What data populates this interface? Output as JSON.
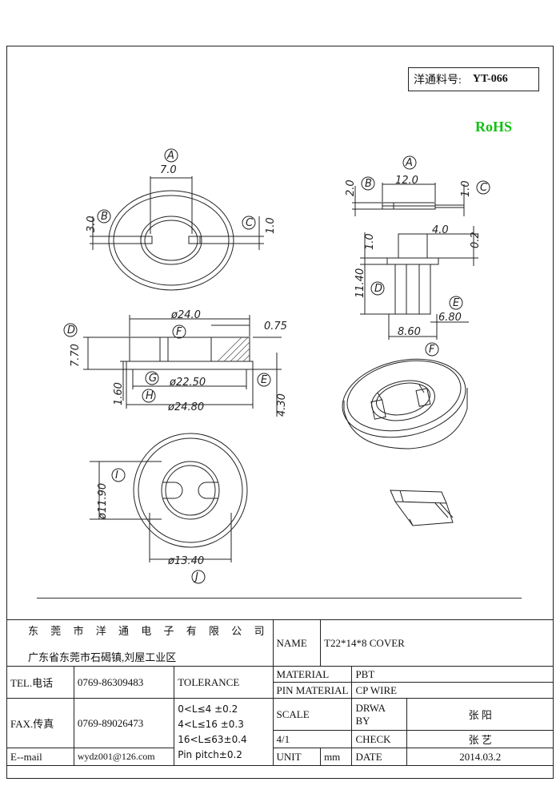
{
  "part_number": {
    "label": "洋通料号:",
    "value": "YT-066"
  },
  "rohs": "RoHS",
  "dims": {
    "top_a": "A",
    "top_7": "7.0",
    "top_b": "B",
    "top_3": "3.0",
    "top_c": "C",
    "top_1": "1.0",
    "side_a": "A",
    "side_2": "2.0",
    "side_b": "B",
    "side_12": "12.0",
    "side_1c": "1.0",
    "side_c": "C",
    "pin_1": "1.0",
    "pin_4": "4.0",
    "pin_02": "0.2",
    "pin_1140": "11.40",
    "pin_d": "D",
    "pin_e": "E",
    "pin_860": "8.60",
    "pin_680": "6.80",
    "pin_f": "F",
    "sec_240": "ø24.0",
    "sec_f": "F",
    "sec_075": "0.75",
    "sec_d": "D",
    "sec_770": "7.70",
    "sec_g": "G",
    "sec_2250": "ø22.50",
    "sec_160": "1.60",
    "sec_e": "E",
    "sec_h": "H",
    "sec_2480": "ø24.80",
    "sec_430": "4.30",
    "bot_i": "I",
    "bot_1190": "ø11.90",
    "bot_1340": "ø13.40",
    "bot_j": "J"
  },
  "title_block": {
    "company": "东 莞 市 洋 通 电 子 有 限 公 司",
    "address": "广东省东莞市石碣镇,刘屋工业区",
    "name_label": "NAME",
    "name_value": "T22*14*8 COVER",
    "tel_label": "TEL.电话",
    "tel_value": "0769-86309483",
    "fax_label": "FAX.传真",
    "fax_value": "0769-89026473",
    "email_label": "E--mail",
    "email_value": "wydz001@126.com",
    "tolerance_label": "TOLERANCE",
    "tol_1": "0<L≤4 ±0.2",
    "tol_2": "4<L≤16 ±0.3",
    "tol_3": "16<L≤63±0.4",
    "tol_4": "Pin pitch±0.2",
    "material_label": "MATERIAL",
    "material_value": "PBT",
    "pin_material_label": "PIN MATERIAL",
    "pin_material_value": "CP WIRE",
    "scale_label": "SCALE",
    "scale_value": "4/1",
    "drawn_label_1": "DRWA",
    "drawn_label_2": "BY",
    "drawn_value": "张 阳",
    "check_label": "CHECK",
    "check_value": "张 艺",
    "unit_label": "UNIT",
    "unit_value": "mm",
    "date_label": "DATE",
    "date_value": "2014.03.2"
  }
}
